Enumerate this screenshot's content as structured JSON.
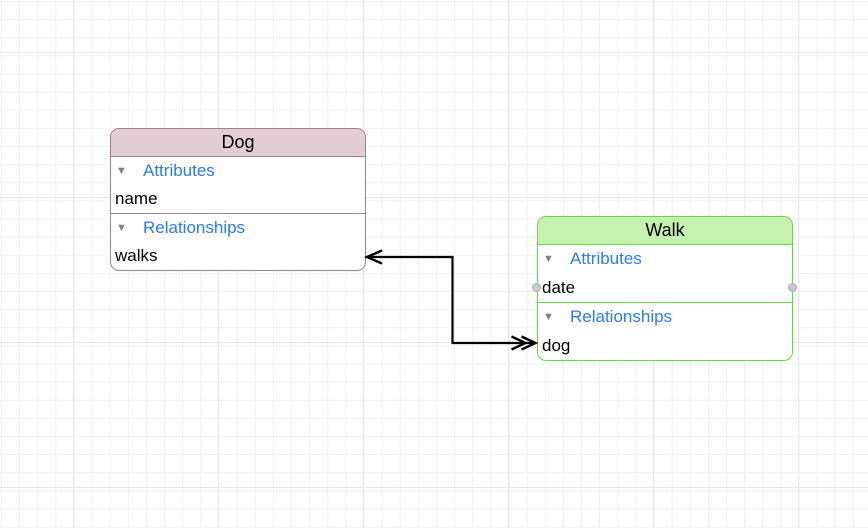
{
  "canvas": {
    "background": "#ffffff",
    "grid_minor_color": "#f1f1f3",
    "grid_major_color": "#e7e7e9"
  },
  "icons": {
    "disclosure_triangle": "▼",
    "disclosure_triangle_color": "#808080",
    "to_one_arrowhead": "single-chevron-left",
    "to_many_arrowhead": "double-chevron-right",
    "selection_handle_color": "#cbcbcb"
  },
  "colors": {
    "section_label": "#2b7bf2",
    "item_text": "#000000",
    "dog_header_bg": "#e2cdd3",
    "dog_border": "#9a838a",
    "walk_header_bg": "#c6f0ae",
    "walk_border": "#65d944"
  },
  "entities": [
    {
      "name": "Dog",
      "sections": [
        {
          "label": "Attributes",
          "items": [
            "name"
          ]
        },
        {
          "label": "Relationships",
          "items": [
            "walks"
          ]
        }
      ]
    },
    {
      "name": "Walk",
      "selected": true,
      "sections": [
        {
          "label": "Attributes",
          "items": [
            "date"
          ]
        },
        {
          "label": "Relationships",
          "items": [
            "dog"
          ]
        }
      ]
    }
  ],
  "connection": {
    "from_entity": "Dog",
    "from_item": "walks",
    "to_entity": "Walk",
    "to_item": "dog",
    "color": "#000000",
    "dog_end_arrowhead": "single",
    "walk_end_arrowhead": "double"
  }
}
